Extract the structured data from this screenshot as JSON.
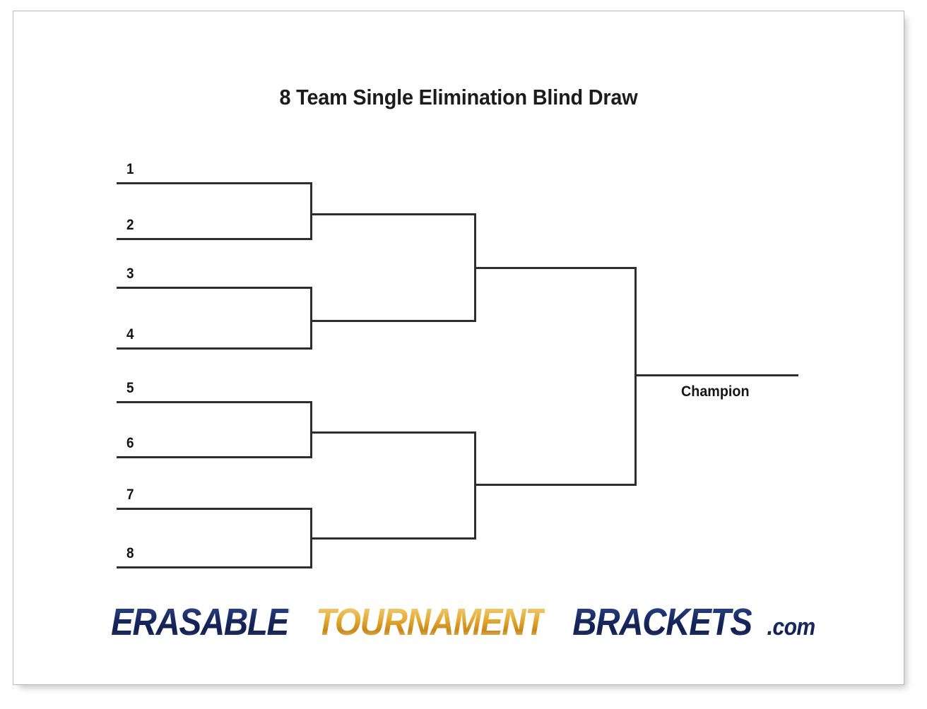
{
  "page": {
    "title": "8 Team Single Elimination Blind Draw",
    "background_color": "#ffffff",
    "line_color": "#2e2e2e"
  },
  "bracket": {
    "type": "single-elimination",
    "team_count": 8,
    "rounds": 3,
    "seeds": [
      {
        "label": "1",
        "slot": 1
      },
      {
        "label": "2",
        "slot": 2
      },
      {
        "label": "3",
        "slot": 3
      },
      {
        "label": "4",
        "slot": 4
      },
      {
        "label": "5",
        "slot": 5
      },
      {
        "label": "6",
        "slot": 6
      },
      {
        "label": "7",
        "slot": 7
      },
      {
        "label": "8",
        "slot": 8
      }
    ],
    "champion_label": "Champion"
  },
  "logo": {
    "part1": "ERASABLE",
    "part2": "TOURNAMENT",
    "part3": "BRACKETS",
    "part4": ".com",
    "color_blue": "#16255e",
    "color_gold": "#e3a92f"
  }
}
